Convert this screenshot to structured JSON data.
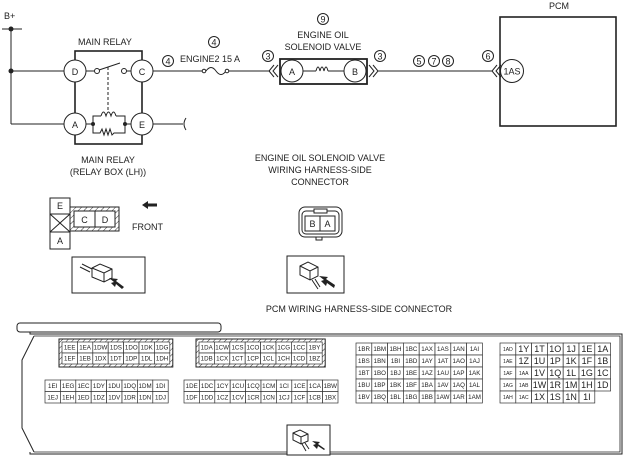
{
  "wiring_diagram": {
    "power_label": "B+",
    "main_relay": {
      "title": "MAIN RELAY",
      "terminals": [
        "D",
        "C",
        "A",
        "E"
      ]
    },
    "fuse": {
      "ref": "4",
      "label": "ENGINE2 15 A"
    },
    "wire_ref_near_relay": "4",
    "solenoid_valve": {
      "ref": "9",
      "title_line1": "ENGINE OIL",
      "title_line2": "SOLENOID VALVE",
      "terminals": [
        "A",
        "B"
      ],
      "connector_ref_left": "3",
      "connector_ref_right": "3"
    },
    "harness_refs": [
      "5",
      "7",
      "8"
    ],
    "pcm": {
      "title": "PCM",
      "connector_ref": "6",
      "terminal": "1AS"
    }
  },
  "main_relay_connector": {
    "title_line1": "MAIN RELAY",
    "title_line2": "(RELAY BOX (LH))",
    "terminals": [
      "E",
      "C",
      "D",
      "A"
    ],
    "front_label": "FRONT"
  },
  "solenoid_connector": {
    "title_line1": "ENGINE OIL SOLENOID VALVE",
    "title_line2": "WIRING HARNESS-SIDE",
    "title_line3": "CONNECTOR",
    "terminals": [
      "B",
      "A"
    ]
  },
  "pcm_connector": {
    "title": "PCM WIRING HARNESS-SIDE CONNECTOR",
    "block1_top": [
      [
        "1EE",
        "1EA",
        "1DW",
        "1DS",
        "1DO",
        "1DK",
        "1DG"
      ],
      [
        "1EF",
        "1EB",
        "1DX",
        "1DT",
        "1DP",
        "1DL",
        "1DH"
      ]
    ],
    "block1_bottom": [
      [
        "1EI",
        "1EG",
        "1EC",
        "1DY",
        "1DU",
        "1DQ",
        "1DM",
        "1DI"
      ],
      [
        "1EJ",
        "1EH",
        "1ED",
        "1DZ",
        "1DV",
        "1DR",
        "1DN",
        "1DJ"
      ]
    ],
    "block2_top": [
      [
        "1DA",
        "1CW",
        "1CS",
        "1CO",
        "1CK",
        "1CG",
        "1CC",
        "1BY"
      ],
      [
        "1DB",
        "1CX",
        "1CT",
        "1CP",
        "1CL",
        "1CH",
        "1CD",
        "1BZ"
      ]
    ],
    "block2_bottom": [
      [
        "1DE",
        "1DC",
        "1CY",
        "1CU",
        "1CQ",
        "1CM",
        "1CI",
        "1CE",
        "1CA",
        "1BW"
      ],
      [
        "1DF",
        "1DD",
        "1CZ",
        "1CV",
        "1CR",
        "1CN",
        "1CJ",
        "1CF",
        "1CB",
        "1BX"
      ]
    ],
    "block3": [
      [
        "1BR",
        "1BM",
        "1BH",
        "1BC",
        "1AX",
        "1AS",
        "1AN",
        "1AI"
      ],
      [
        "1BS",
        "1BN",
        "1BI",
        "1BD",
        "1AY",
        "1AT",
        "1AO",
        "1AJ"
      ],
      [
        "1BT",
        "1BO",
        "1BJ",
        "1BE",
        "1AZ",
        "1AU",
        "1AP",
        "1AK"
      ],
      [
        "1BU",
        "1BP",
        "1BK",
        "1BF",
        "1BA",
        "1AV",
        "1AQ",
        "1AL"
      ],
      [
        "1BV",
        "1BQ",
        "1BL",
        "1BG",
        "1BB",
        "1AW",
        "1AR",
        "1AM"
      ]
    ],
    "block4": [
      [
        "1AD",
        "1Y",
        "1T",
        "1O",
        "1J",
        "1E",
        "1A"
      ],
      [
        "1AE",
        "1Z",
        "1U",
        "1P",
        "1K",
        "1F",
        "1B"
      ],
      [
        "1AF",
        "1AA",
        "1V",
        "1Q",
        "1L",
        "1G",
        "1C"
      ],
      [
        "1AG",
        "1AB",
        "1W",
        "1R",
        "1M",
        "1H",
        "1D"
      ],
      [
        "1AH",
        "1AC",
        "1X",
        "1S",
        "1N",
        "1I",
        ""
      ]
    ]
  }
}
